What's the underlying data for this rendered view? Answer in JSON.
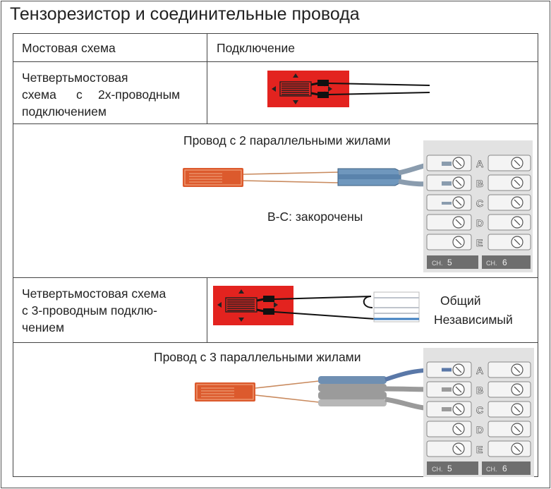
{
  "title": "Тензорезистор и соединительные провода",
  "table": {
    "header": {
      "col1": "Мостовая схема",
      "col2": "Подключение"
    },
    "row1": {
      "line1": "Четвертьмостовая",
      "line2a": "схема",
      "line2b": "с",
      "line2c": "2х-проводным",
      "line3": "подключением"
    },
    "panel1": {
      "caption": "Провод с 2 параллельными жилами",
      "note": "B-C: закорочены"
    },
    "row2": {
      "line1": "Четвертьмостовая схема",
      "line2": "с 3-проводным подклю-",
      "line3": "чением",
      "label_common": "Общий",
      "label_independent": "Независимый"
    },
    "panel2": {
      "caption": "Провод с 3 параллельными жилами"
    }
  },
  "terminal": {
    "letters": [
      "A",
      "B",
      "C",
      "D",
      "E"
    ],
    "ch_left": "CH.",
    "ch_left_num": "5",
    "ch_right": "CH.",
    "ch_right_num": "6"
  },
  "colors": {
    "gauge_red": "#e02020",
    "gauge_copper": "#d9562a",
    "cable_blue": "#5a8bb8",
    "terminal_gray": "#d9d9d9"
  }
}
